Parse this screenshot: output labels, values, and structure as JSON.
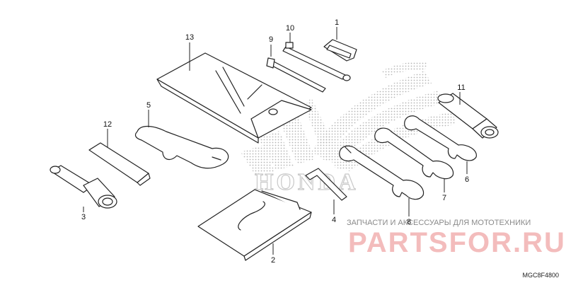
{
  "logo": {
    "wordmark": "HONDA",
    "icon_name": "honda-wing-logo-watermark"
  },
  "watermark": {
    "subtitle": "ЗАПЧАСТИ И АКСЕССУАРЫ ДЛЯ МОТОТЕХНИКИ",
    "brand": "PARTSFOR.RU",
    "brand_color": "#f3bcbc"
  },
  "figure_code": "MGC8F4800",
  "callouts": {
    "1": "1",
    "2": "2",
    "3": "3",
    "4": "4",
    "5": "5",
    "6": "6",
    "7": "7",
    "8": "8",
    "9": "9",
    "10": "10",
    "11": "11",
    "12": "12",
    "13": "13"
  }
}
